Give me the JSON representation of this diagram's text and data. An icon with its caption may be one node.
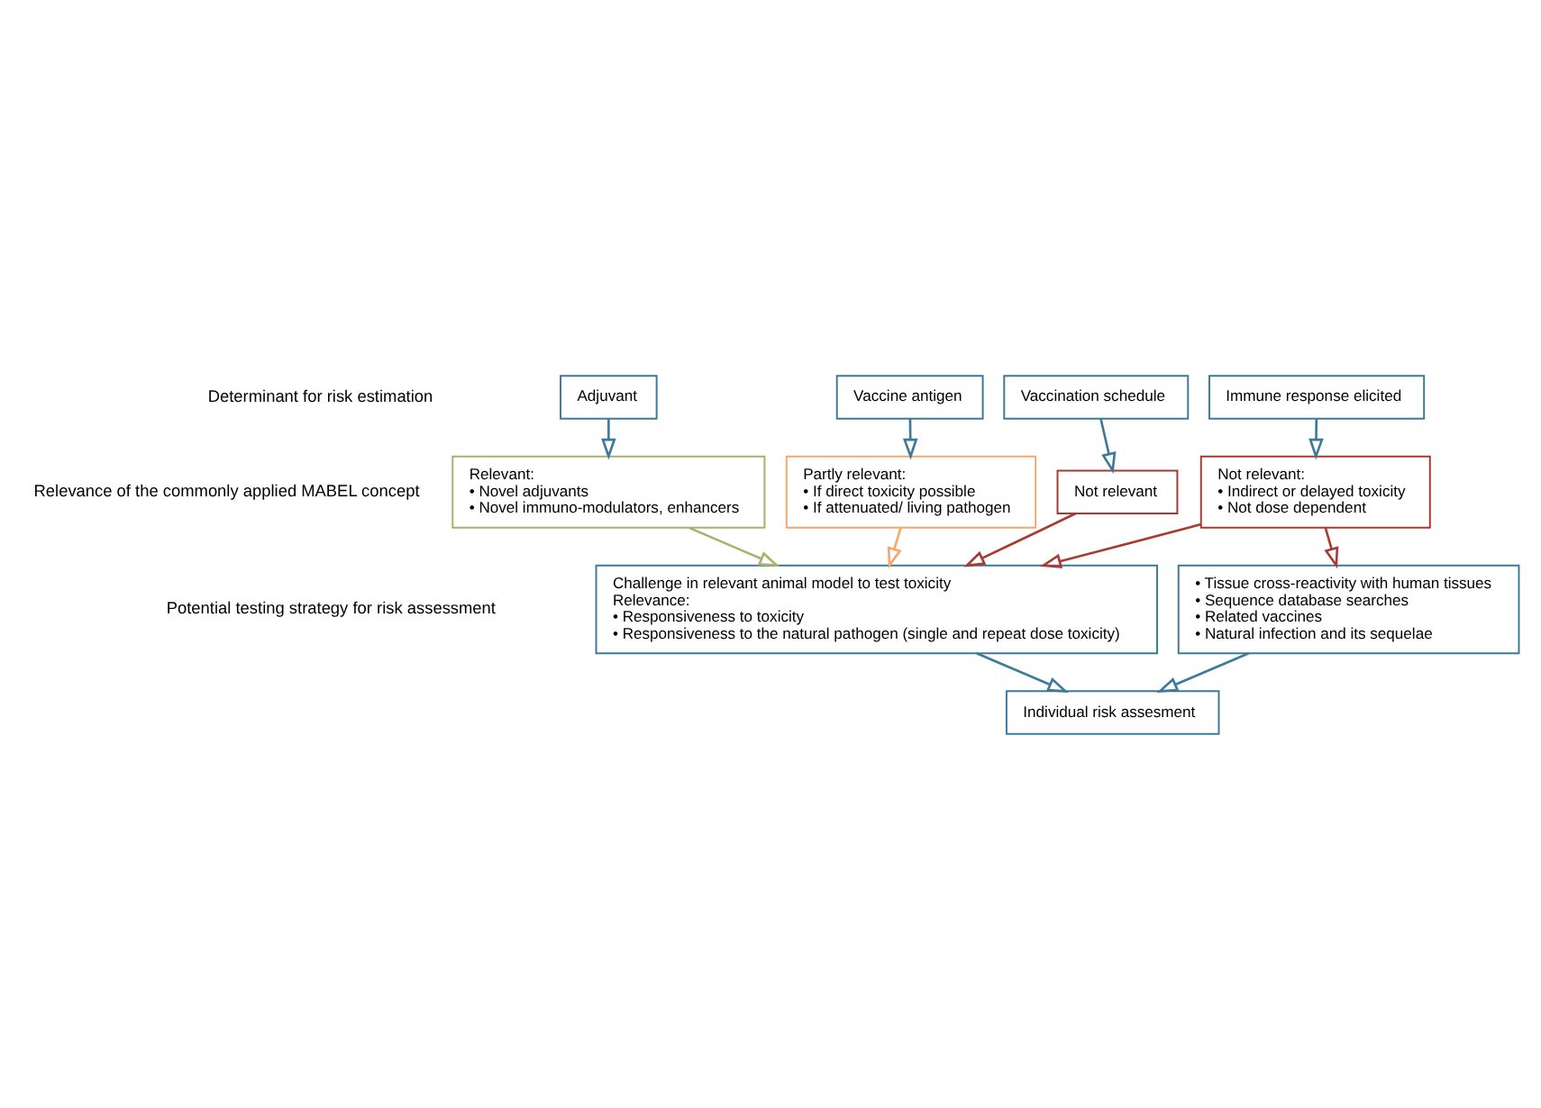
{
  "diagram": {
    "nodes": [
      {
        "text": [
          "Adjuvant"
        ]
      },
      {
        "text": [
          "Vaccine antigen"
        ]
      },
      {
        "text": [
          "Vaccination schedule"
        ]
      },
      {
        "text": [
          "Immune response elicited"
        ]
      },
      {
        "text": [
          "Relevant:",
          "• Novel adjuvants",
          "• Novel immuno-modulators, enhancers"
        ]
      },
      {
        "text": [
          "Partly relevant:",
          "• If direct toxicity possible",
          "• If attenuated/ living pathogen"
        ]
      },
      {
        "text": [
          "Not relevant"
        ]
      },
      {
        "text": [
          "Not relevant:",
          "• Indirect or delayed toxicity",
          "• Not dose dependent"
        ]
      },
      {
        "text": [
          "Challenge in relevant animal model to test toxicity",
          "Relevance:",
          "• Responsiveness to toxicity",
          "• Responsiveness to the natural pathogen (single and repeat dose toxicity)"
        ]
      },
      {
        "text": [
          "• Tissue cross-reactivity with human tissues",
          "• Sequence database searches",
          "• Related vaccines",
          "• Natural infection and its sequelae"
        ]
      },
      {
        "text": [
          "Individual risk assesment"
        ]
      }
    ],
    "edges": [
      {
        "from": 0,
        "to": 4,
        "arrow": "to"
      },
      {
        "from": 1,
        "to": 5,
        "arrow": "to"
      },
      {
        "from": 2,
        "to": 6,
        "arrow": "to"
      },
      {
        "from": 3,
        "to": 7,
        "arrow": "to"
      },
      {
        "from": 4,
        "to": 8,
        "arrow": "to",
        "color": "#a7b26e"
      },
      {
        "from": 5,
        "to": 8,
        "arrow": "to",
        "color": "#f5a86e"
      },
      {
        "from": 6,
        "to": 8,
        "arrow": "to",
        "color": "#a93a33"
      },
      {
        "from": 7,
        "to": 8,
        "arrow": "to",
        "color": "#a93a33"
      },
      {
        "from": 7,
        "to": 9,
        "arrow": "to",
        "color": "#a93a33"
      },
      {
        "from": 8,
        "to": 10,
        "arrow": "to"
      },
      {
        "from": 9,
        "to": 10,
        "arrow": "to"
      }
    ],
    "labels": [
      "Determinant for risk estimation",
      "Relevance of the commonly applied MABEL concept",
      "Potential testing strategy for risk assessment"
    ]
  }
}
